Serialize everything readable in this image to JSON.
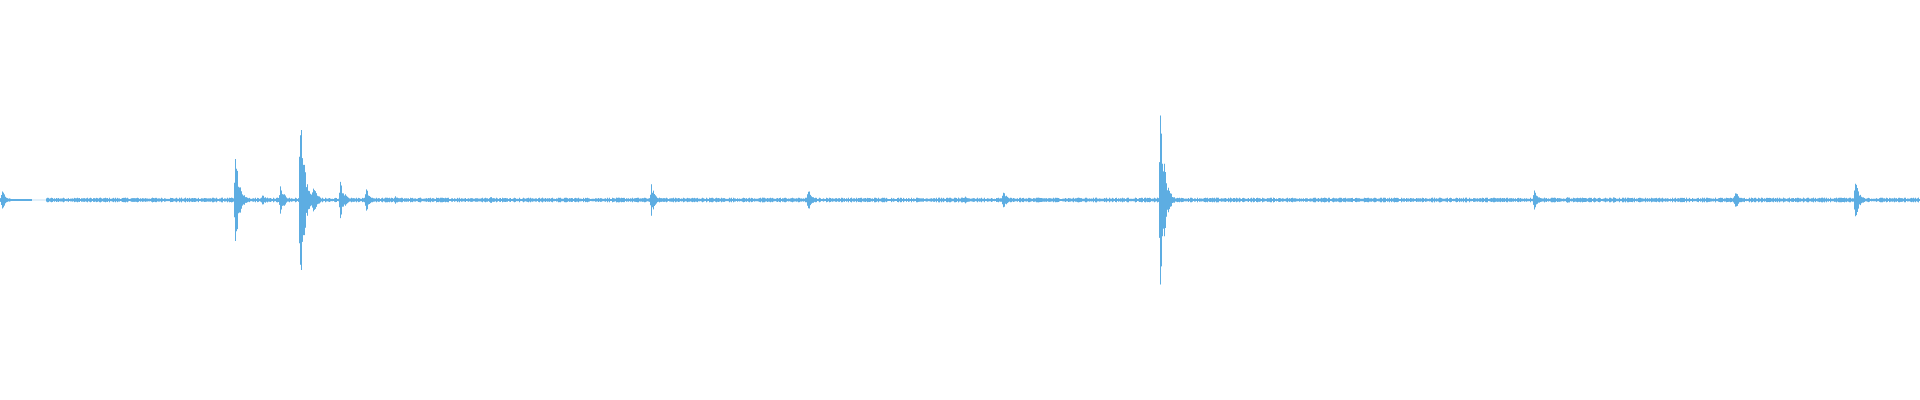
{
  "waveform": {
    "color": "#5DADE2",
    "background": "#FFFFFF",
    "duration_units": 1920,
    "baseline_amplitude": 0.012,
    "quiet_ranges": [
      [
        8,
        45
      ]
    ],
    "transients": [
      {
        "t": 2,
        "amplitude": 0.05
      },
      {
        "t": 235,
        "amplitude": 0.25
      },
      {
        "t": 262,
        "amplitude": 0.03
      },
      {
        "t": 280,
        "amplitude": 0.08
      },
      {
        "t": 300,
        "amplitude": 0.5
      },
      {
        "t": 313,
        "amplitude": 0.08
      },
      {
        "t": 340,
        "amplitude": 0.1
      },
      {
        "t": 366,
        "amplitude": 0.06
      },
      {
        "t": 395,
        "amplitude": 0.02
      },
      {
        "t": 490,
        "amplitude": 0.02
      },
      {
        "t": 651,
        "amplitude": 0.08
      },
      {
        "t": 808,
        "amplitude": 0.06
      },
      {
        "t": 965,
        "amplitude": 0.025
      },
      {
        "t": 1003,
        "amplitude": 0.05
      },
      {
        "t": 1078,
        "amplitude": 0.015
      },
      {
        "t": 1160,
        "amplitude": 0.5
      },
      {
        "t": 1534,
        "amplitude": 0.06
      },
      {
        "t": 1567,
        "amplitude": 0.02
      },
      {
        "t": 1613,
        "amplitude": 0.015
      },
      {
        "t": 1735,
        "amplitude": 0.05
      },
      {
        "t": 1855,
        "amplitude": 0.1
      },
      {
        "t": 1910,
        "amplitude": 0.015
      }
    ]
  }
}
